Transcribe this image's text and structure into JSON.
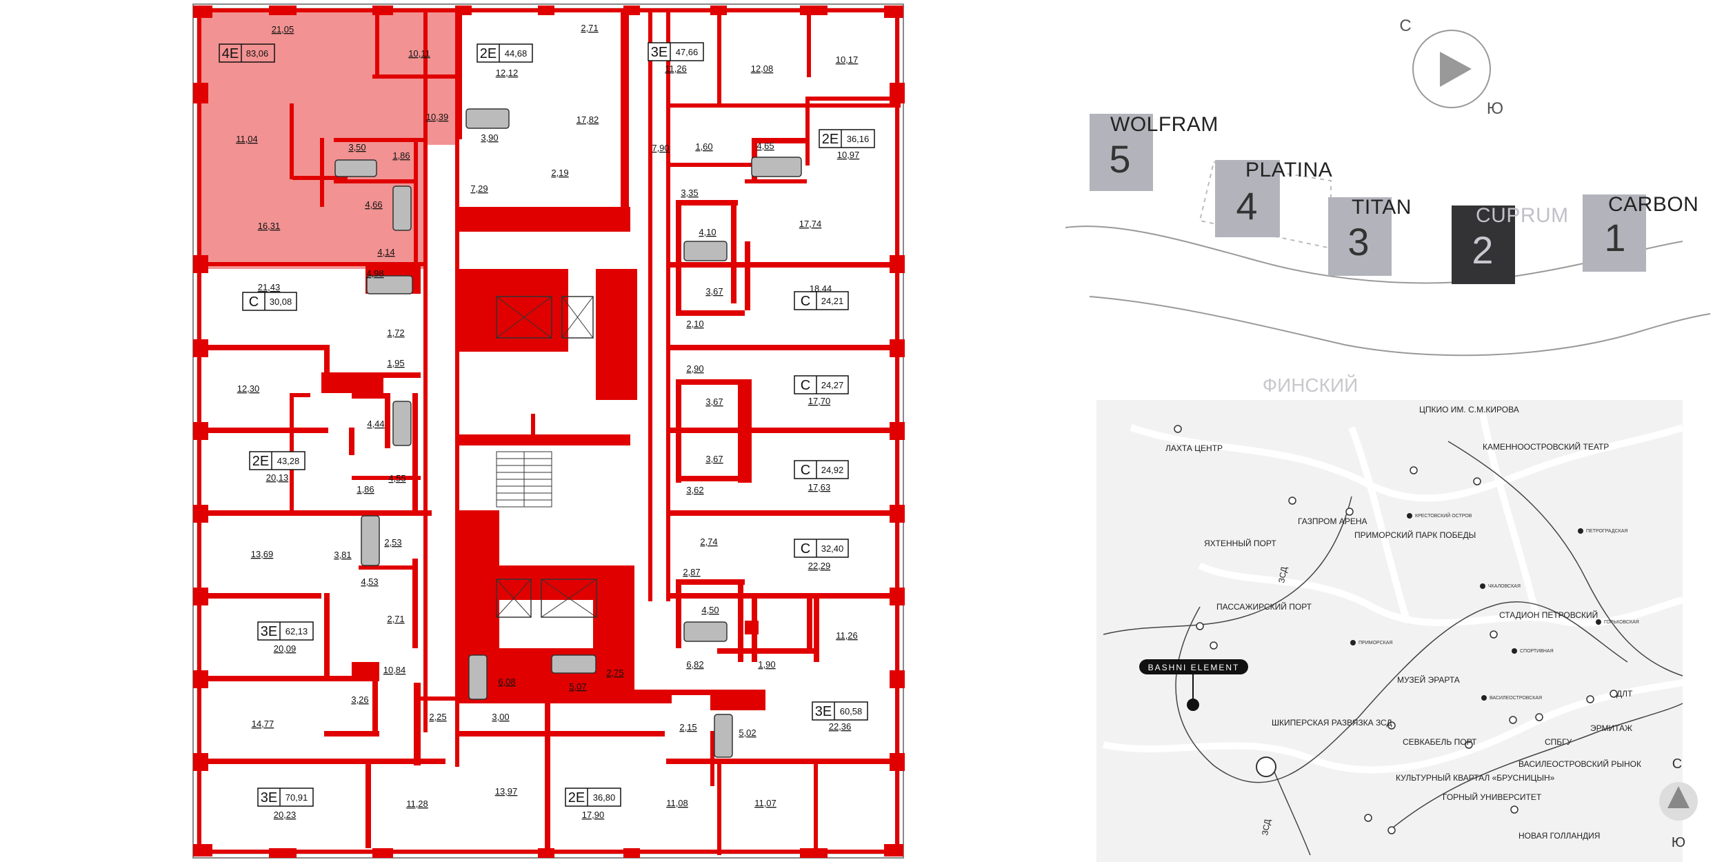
{
  "plan": {
    "selected_apartment": {
      "type": "4Е",
      "area": "83,06"
    },
    "apartments": [
      {
        "type": "2Е",
        "area": "44,68"
      },
      {
        "type": "3Е",
        "area": "47,66"
      },
      {
        "type": "2Е",
        "area": "36,16"
      },
      {
        "type": "С",
        "area": "30,08"
      },
      {
        "type": "С",
        "area": "24,21"
      },
      {
        "type": "С",
        "area": "24,27"
      },
      {
        "type": "2Е",
        "area": "43,28"
      },
      {
        "type": "С",
        "area": "24,92"
      },
      {
        "type": "С",
        "area": "32,40"
      },
      {
        "type": "3Е",
        "area": "62,13"
      },
      {
        "type": "3Е",
        "area": "60,58"
      },
      {
        "type": "3Е",
        "area": "70,91"
      },
      {
        "type": "2Е",
        "area": "36,80"
      }
    ],
    "room_areas": [
      "21,05",
      "10,11",
      "11,04",
      "10,39",
      "3,50",
      "1,86",
      "4,66",
      "16,31",
      "4,14",
      "12,12",
      "3,90",
      "7,29",
      "2,71",
      "17,82",
      "2,19",
      "11,26",
      "12,08",
      "10,17",
      "7,90",
      "1,60",
      "4,65",
      "10,97",
      "3,35",
      "17,74",
      "4,10",
      "3,67",
      "2,10",
      "18,44",
      "4,98",
      "21,43",
      "1,72",
      "1,95",
      "12,30",
      "4,44",
      "20,13",
      "4,55",
      "1,86",
      "13,69",
      "3,81",
      "2,53",
      "4,53",
      "20,09",
      "2,71",
      "10,84",
      "14,77",
      "3,26",
      "2,25",
      "3,00",
      "6,08",
      "5,07",
      "2,75",
      "20,23",
      "11,28",
      "13,97",
      "17,90",
      "2,90",
      "3,67",
      "17,70",
      "3,67",
      "3,62",
      "17,63",
      "2,74",
      "2,87",
      "22,29",
      "4,50",
      "11,26",
      "6,82",
      "1,90",
      "2,15",
      "5,02",
      "22,36",
      "11,08",
      "11,07"
    ]
  },
  "buildings": [
    {
      "name": "WOLFRAM",
      "number": "5",
      "active": false
    },
    {
      "name": "PLATINA",
      "number": "4",
      "active": false
    },
    {
      "name": "TITAN",
      "number": "3",
      "active": false
    },
    {
      "name": "CUPRUM",
      "number": "2",
      "active": true
    },
    {
      "name": "CARBON",
      "number": "1",
      "active": false
    }
  ],
  "compass": {
    "north": "С",
    "south": "Ю"
  },
  "gulf_label": "ФИНСКИЙ",
  "map": {
    "compass": {
      "north": "С",
      "south": "Ю"
    },
    "project_label": "BASHNI ELEMENT",
    "landmarks": [
      "ЦПКИО ИМ. С.М.КИРОВА",
      "ЛАХТА ЦЕНТР",
      "КАМЕННООСТРОВСКИЙ ТЕАТР",
      "ГАЗПРОМ АРЕНА",
      "ПРИМОРСКИЙ ПАРК ПОБЕДЫ",
      "ЯХТЕННЫЙ ПОРТ",
      "ПАССАЖИРСКИЙ ПОРТ",
      "СТАДИОН ПЕТРОВСКИЙ",
      "МУЗЕЙ ЭРАРТА",
      "ДЛТ",
      "ШКИПЕРСКАЯ РАЗВЯЗКА ЗСД",
      "СЕВКАБЕЛЬ ПОРТ",
      "СПБГУ",
      "ЭРМИТАЖ",
      "ВАСИЛЕОСТРОВСКИЙ РЫНОК",
      "КУЛЬТУРНЫЙ КВАРТАЛ «БРУСНИЦЫН»",
      "ГОРНЫЙ УНИВЕРСИТЕТ",
      "НОВАЯ ГОЛЛАНДИЯ"
    ],
    "metro": [
      "КРЕСТОВСКИЙ ОСТРОВ",
      "ПЕТРОГРАДСКАЯ",
      "ЧКАЛОВСКАЯ",
      "ГОРЬКОВСКАЯ",
      "СПОРТИВНАЯ",
      "ПРИМОРСКАЯ",
      "ВАСИЛЕОСТРОВСКАЯ"
    ],
    "road_label": "ЗСД"
  }
}
